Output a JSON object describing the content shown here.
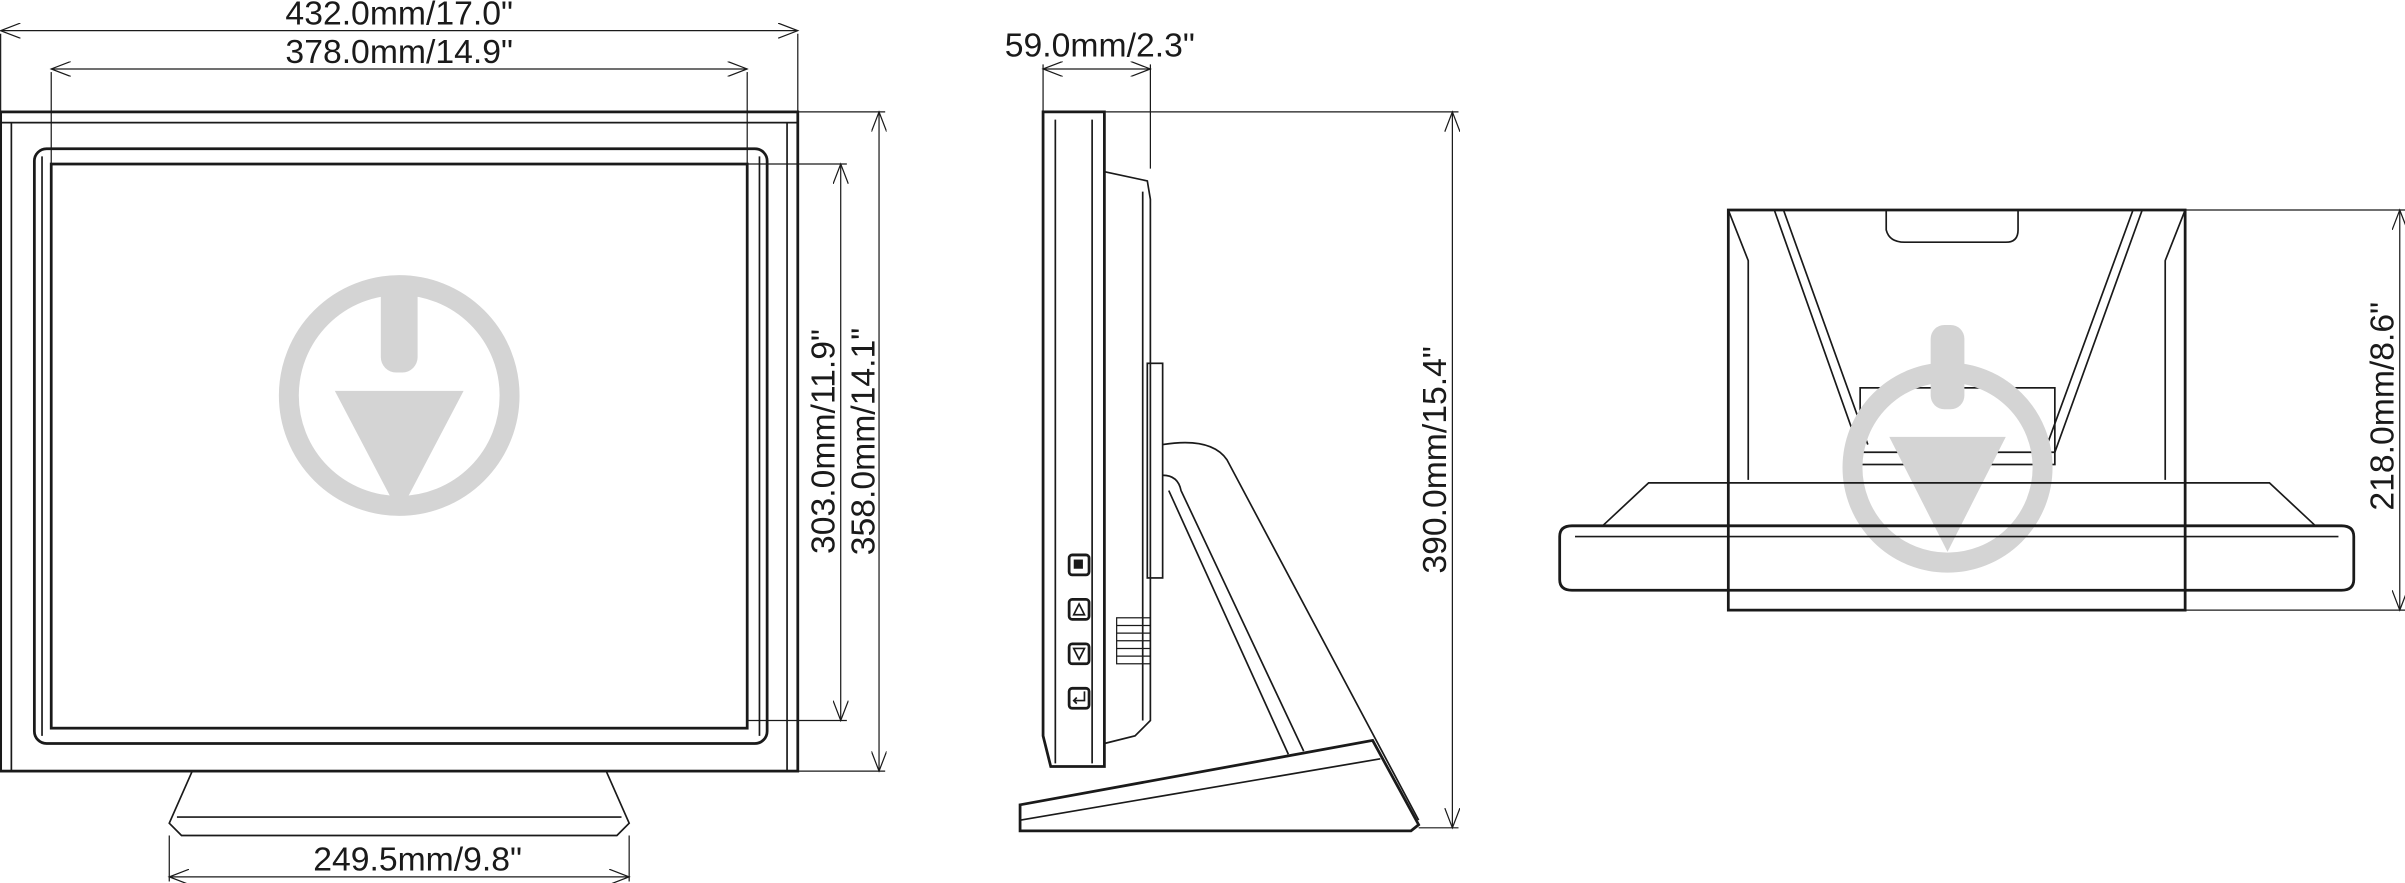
{
  "front_view": {
    "overall_width": "432.0mm/17.0\"",
    "screen_width": "378.0mm/14.9\"",
    "screen_height": "303.0mm/11.9\"",
    "overall_height": "358.0mm/14.1\"",
    "stand_width": "249.5mm/9.8\""
  },
  "side_view": {
    "depth": "59.0mm/2.3\"",
    "total_height": "390.0mm/15.4\"",
    "buttons": [
      "menu-icon",
      "up-triangle-icon",
      "down-triangle-icon",
      "enter-icon"
    ]
  },
  "top_view": {
    "base_depth": "218.0mm/8.6\""
  },
  "colors": {
    "line": "#1a1a1a",
    "watermark": "#d4d4d4"
  }
}
